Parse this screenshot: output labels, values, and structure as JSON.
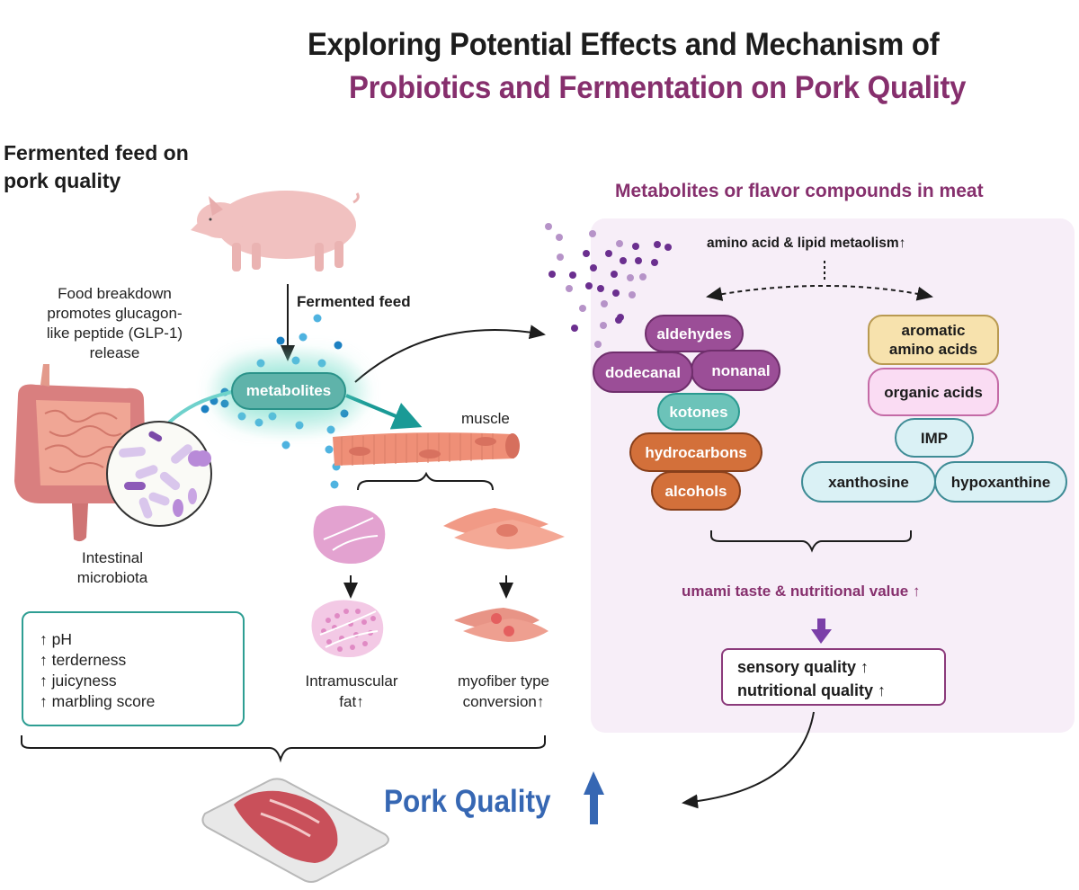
{
  "title": {
    "line1": "Exploring Potential  Effects and Mechanism of",
    "line2": "Probiotics and Fermentation on Pork Quality"
  },
  "colors": {
    "title_accent": "#862f6d",
    "teal": "#2e9e93",
    "pork_quality": "#3667b3",
    "panel_bg": "#f7eef8"
  },
  "left": {
    "heading": [
      "Fermented feed on",
      "pork quality"
    ],
    "food_breakdown": [
      "Food breakdown",
      "promotes glucagon-",
      "like peptide (GLP-1)",
      "release"
    ],
    "fermented_feed_label": "Fermented feed",
    "metabolites_label": "metabolites",
    "muscle_label": "muscle",
    "intestine_label": [
      "Intestinal",
      "microbiota"
    ],
    "effects": [
      "↑ pH",
      "↑ terderness",
      "↑ juicyness",
      "↑ marbling score"
    ],
    "imf_label": [
      "Intramuscular",
      "fat↑"
    ],
    "myofiber_label": [
      "myofiber type",
      "conversion↑"
    ],
    "pork_quality": "Pork Quality",
    "icons": [
      "pig-icon",
      "intestine-icon",
      "microbiota-magnifier-icon",
      "muscle-fiber-icon",
      "fat-tissue-icon",
      "myofiber-cells-icon",
      "meat-tray-icon",
      "up-arrow-icon"
    ]
  },
  "right": {
    "heading": "Metabolites or flavor compounds in meat",
    "metabolism": "amino acid & lipid metaolism↑",
    "flavor_compounds": {
      "aldehydes": "aldehydes",
      "dodecanal": "dodecanal",
      "nonanal": "nonanal",
      "kotones": "kotones",
      "hydrocarbons": "hydrocarbons",
      "alcohols": "alcohols"
    },
    "nutrients": {
      "aromatic": [
        "aromatic",
        "amino acids"
      ],
      "organic": "organic acids",
      "imp": "IMP",
      "xanthosine": "xanthosine",
      "hypoxanthine": "hypoxanthine"
    },
    "umami": "umami taste & nutritional value ↑",
    "outcomes": [
      "sensory quality ↑",
      "nutritional quality ↑"
    ]
  }
}
